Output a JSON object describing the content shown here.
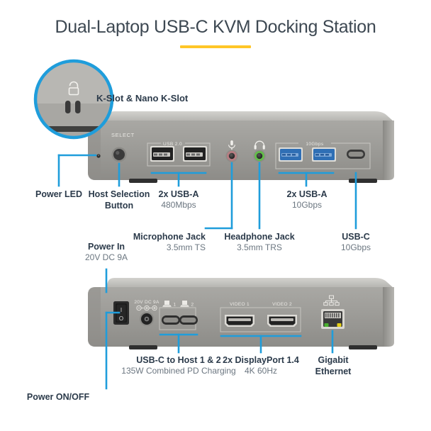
{
  "header": {
    "title": "Dual-Laptop USB-C KVM Docking Station",
    "accent_color": "#ffc627",
    "title_color": "#3d4852"
  },
  "theme": {
    "callout_line_color": "#1f9ddb",
    "label_bold_color": "#2b3a4a",
    "label_sub_color": "#6b7680",
    "chassis_light": "#b9b8b4",
    "chassis_mid": "#9b9a96",
    "chassis_dark": "#7e7d79",
    "port_recess": "#2a2a2a",
    "usb3_blue": "#2f6fb5",
    "mic_jack": "#b77d82",
    "headphone_jack": "#63bd4a",
    "led_green": "#49b02e",
    "led_yellow": "#e8d015"
  },
  "zoom_callout": {
    "label": "K-Slot & Nano K-Slot",
    "lock_icon": "lock-icon",
    "slots": [
      "k-slot",
      "nano-k-slot"
    ]
  },
  "front_panel": {
    "silk_labels": {
      "select": "SELECT",
      "usb20_group": "USB 2.0",
      "tengbps_group": "10Gbps"
    },
    "icons": {
      "microphone": "microphone-icon",
      "headphone": "headphone-icon"
    },
    "ports": [
      {
        "name": "power-led",
        "type": "led"
      },
      {
        "name": "host-selection-button",
        "type": "button"
      },
      {
        "name": "usb-a-480-port-1",
        "type": "usb-a"
      },
      {
        "name": "usb-a-480-port-2",
        "type": "usb-a"
      },
      {
        "name": "microphone-jack",
        "type": "audio-jack"
      },
      {
        "name": "headphone-jack",
        "type": "audio-jack"
      },
      {
        "name": "usb-a-10g-port-1",
        "type": "usb-a-blue"
      },
      {
        "name": "usb-a-10g-port-2",
        "type": "usb-a-blue"
      },
      {
        "name": "usb-c-10g-port",
        "type": "usb-c"
      }
    ],
    "callouts": [
      {
        "name": "power-led",
        "title": "Power LED",
        "sub": ""
      },
      {
        "name": "host-selection-button",
        "title": "Host Selection\nButton",
        "title_line1": "Host Selection",
        "title_line2": "Button",
        "sub": ""
      },
      {
        "name": "usb-a-480",
        "title": "2x USB-A",
        "sub": "480Mbps"
      },
      {
        "name": "microphone-jack",
        "title": "Microphone Jack",
        "sub": "3.5mm TS"
      },
      {
        "name": "headphone-jack",
        "title": "Headphone Jack",
        "sub": "3.5mm TRS"
      },
      {
        "name": "usb-a-10g",
        "title": "2x USB-A",
        "sub": "10Gbps"
      },
      {
        "name": "usb-c-10g",
        "title": "USB-C",
        "sub": "10Gbps"
      }
    ]
  },
  "rear_panel": {
    "silk_labels": {
      "dc_in": "20V DC 9A",
      "host1": "1",
      "host2": "2",
      "video1": "VIDEO 1",
      "video2": "VIDEO 2"
    },
    "icons": {
      "power_switch_on": "I",
      "power_switch_off": "O",
      "laptop_host": "laptop-icon",
      "ethernet": "network-icon",
      "dc_polarity": "dc-polarity-icon"
    },
    "ports": [
      {
        "name": "power-switch",
        "type": "rocker-switch"
      },
      {
        "name": "dc-power-jack",
        "type": "barrel-jack"
      },
      {
        "name": "usb-c-host-1",
        "type": "usb-c"
      },
      {
        "name": "usb-c-host-2",
        "type": "usb-c"
      },
      {
        "name": "displayport-1",
        "type": "displayport"
      },
      {
        "name": "displayport-2",
        "type": "displayport"
      },
      {
        "name": "ethernet-port",
        "type": "rj45"
      }
    ],
    "callouts": [
      {
        "name": "power-in",
        "title": "Power In",
        "sub": "20V DC 9A"
      },
      {
        "name": "power-on-off",
        "title": "Power ON/OFF",
        "sub": ""
      },
      {
        "name": "usb-c-host",
        "title": "USB-C to Host 1 & 2",
        "sub": "135W Combined PD Charging"
      },
      {
        "name": "displayport",
        "title": "2x DisplayPort 1.4",
        "sub": "4K 60Hz"
      },
      {
        "name": "gigabit-ethernet",
        "title_line1": "Gigabit",
        "title_line2": "Ethernet",
        "sub": ""
      }
    ]
  }
}
